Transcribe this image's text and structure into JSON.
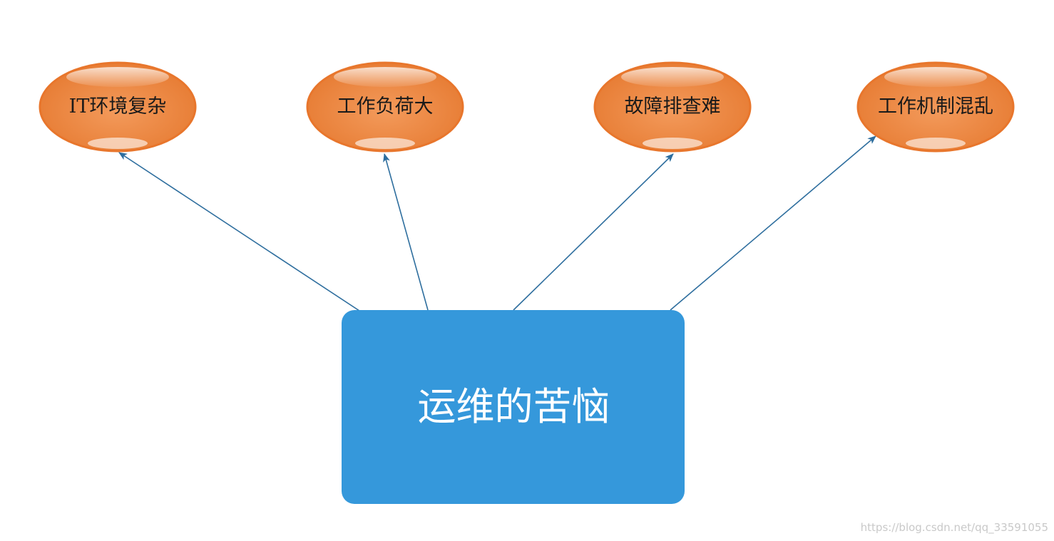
{
  "diagram": {
    "center": {
      "label": "运维的苦恼",
      "color": "#3598db",
      "text_color": "#ffffff"
    },
    "nodes": [
      {
        "id": "it-env",
        "label": "IT环境复杂"
      },
      {
        "id": "workload",
        "label": "工作负荷大"
      },
      {
        "id": "troubleshoot",
        "label": "故障排查难"
      },
      {
        "id": "mechanism",
        "label": "工作机制混乱"
      }
    ],
    "edges": [
      {
        "from": "center",
        "to": "it-env"
      },
      {
        "from": "center",
        "to": "workload"
      },
      {
        "from": "center",
        "to": "troubleshoot"
      },
      {
        "from": "center",
        "to": "mechanism"
      }
    ],
    "node_color": "#ee8a45",
    "edge_color": "#2e6e9e"
  },
  "watermark": "https://blog.csdn.net/qq_33591055"
}
